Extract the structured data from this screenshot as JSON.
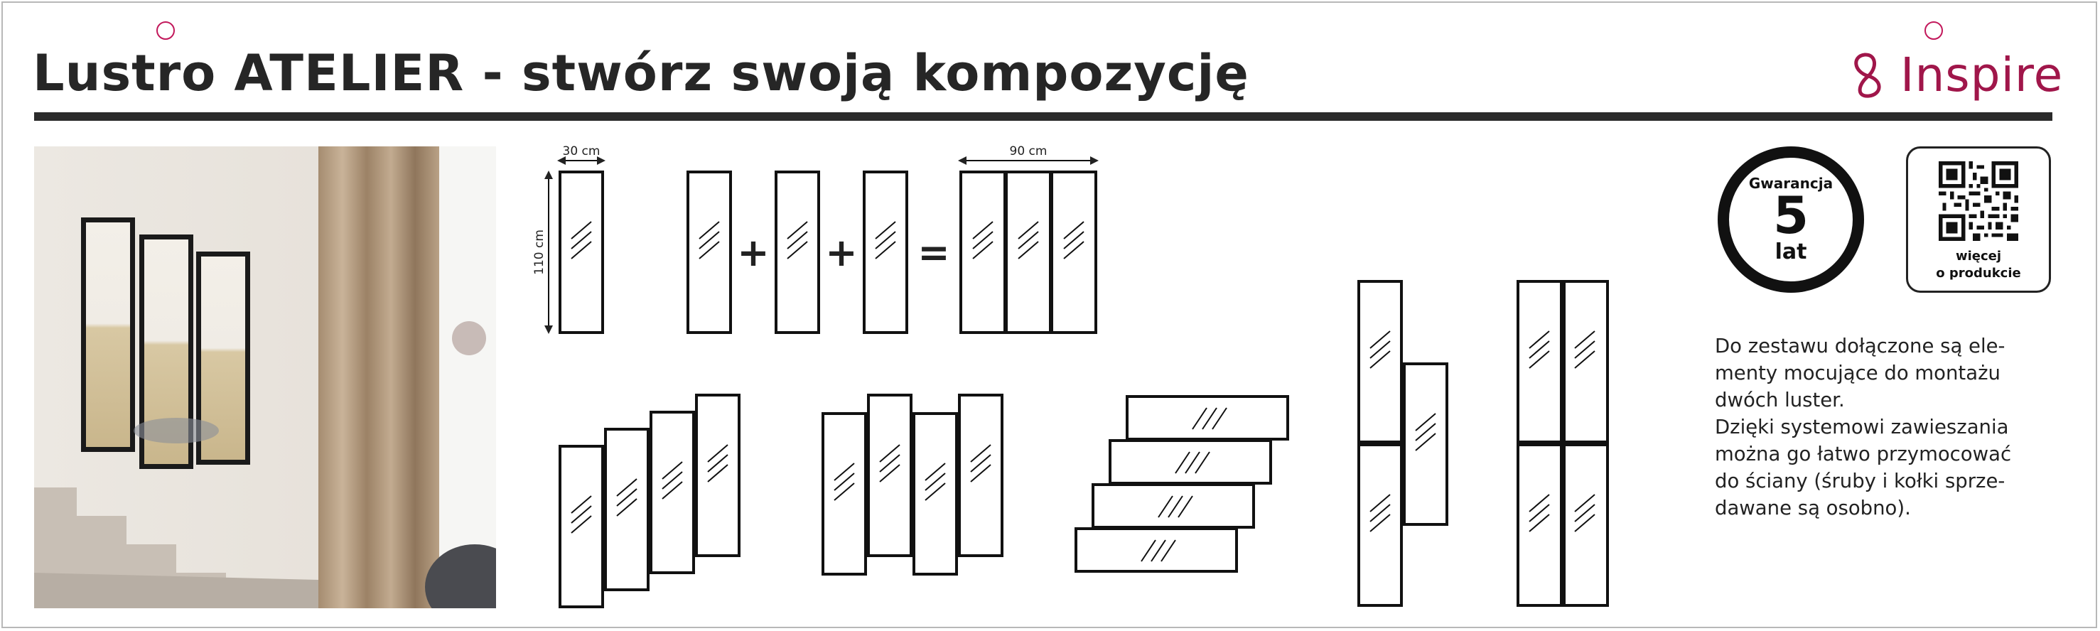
{
  "header": {
    "title": "Lustro ATELIER - stwórz swoją kompozycję",
    "brand": {
      "name": "Inspire",
      "logo_icon": "interlinked-loops-icon",
      "color": "#a0164a"
    }
  },
  "photo": {
    "alt_icon": "interior-photo",
    "description_visible": false
  },
  "diagram": {
    "dimension_width_single": "30 cm",
    "dimension_height": "110 cm",
    "dimension_width_combined": "90 cm",
    "plus_sign": "+",
    "equals_sign": "="
  },
  "warranty": {
    "label": "Gwarancja",
    "number": "5",
    "unit": "lat"
  },
  "qr": {
    "icon": "qr-code-icon",
    "caption_line1": "więcej",
    "caption_line2": "o produkcie"
  },
  "description": {
    "lines": [
      "Do zestawu dołączone są ele-",
      "menty mocujące do montażu",
      "dwóch luster.",
      "Dzięki systemowi zawieszania",
      "można go łatwo przymocować",
      "do ściany (śruby i kołki sprze-",
      "dawane są osobno)."
    ]
  },
  "colors": {
    "accent": "#a0164a",
    "rule": "#2b2b2b",
    "text": "#222222"
  }
}
